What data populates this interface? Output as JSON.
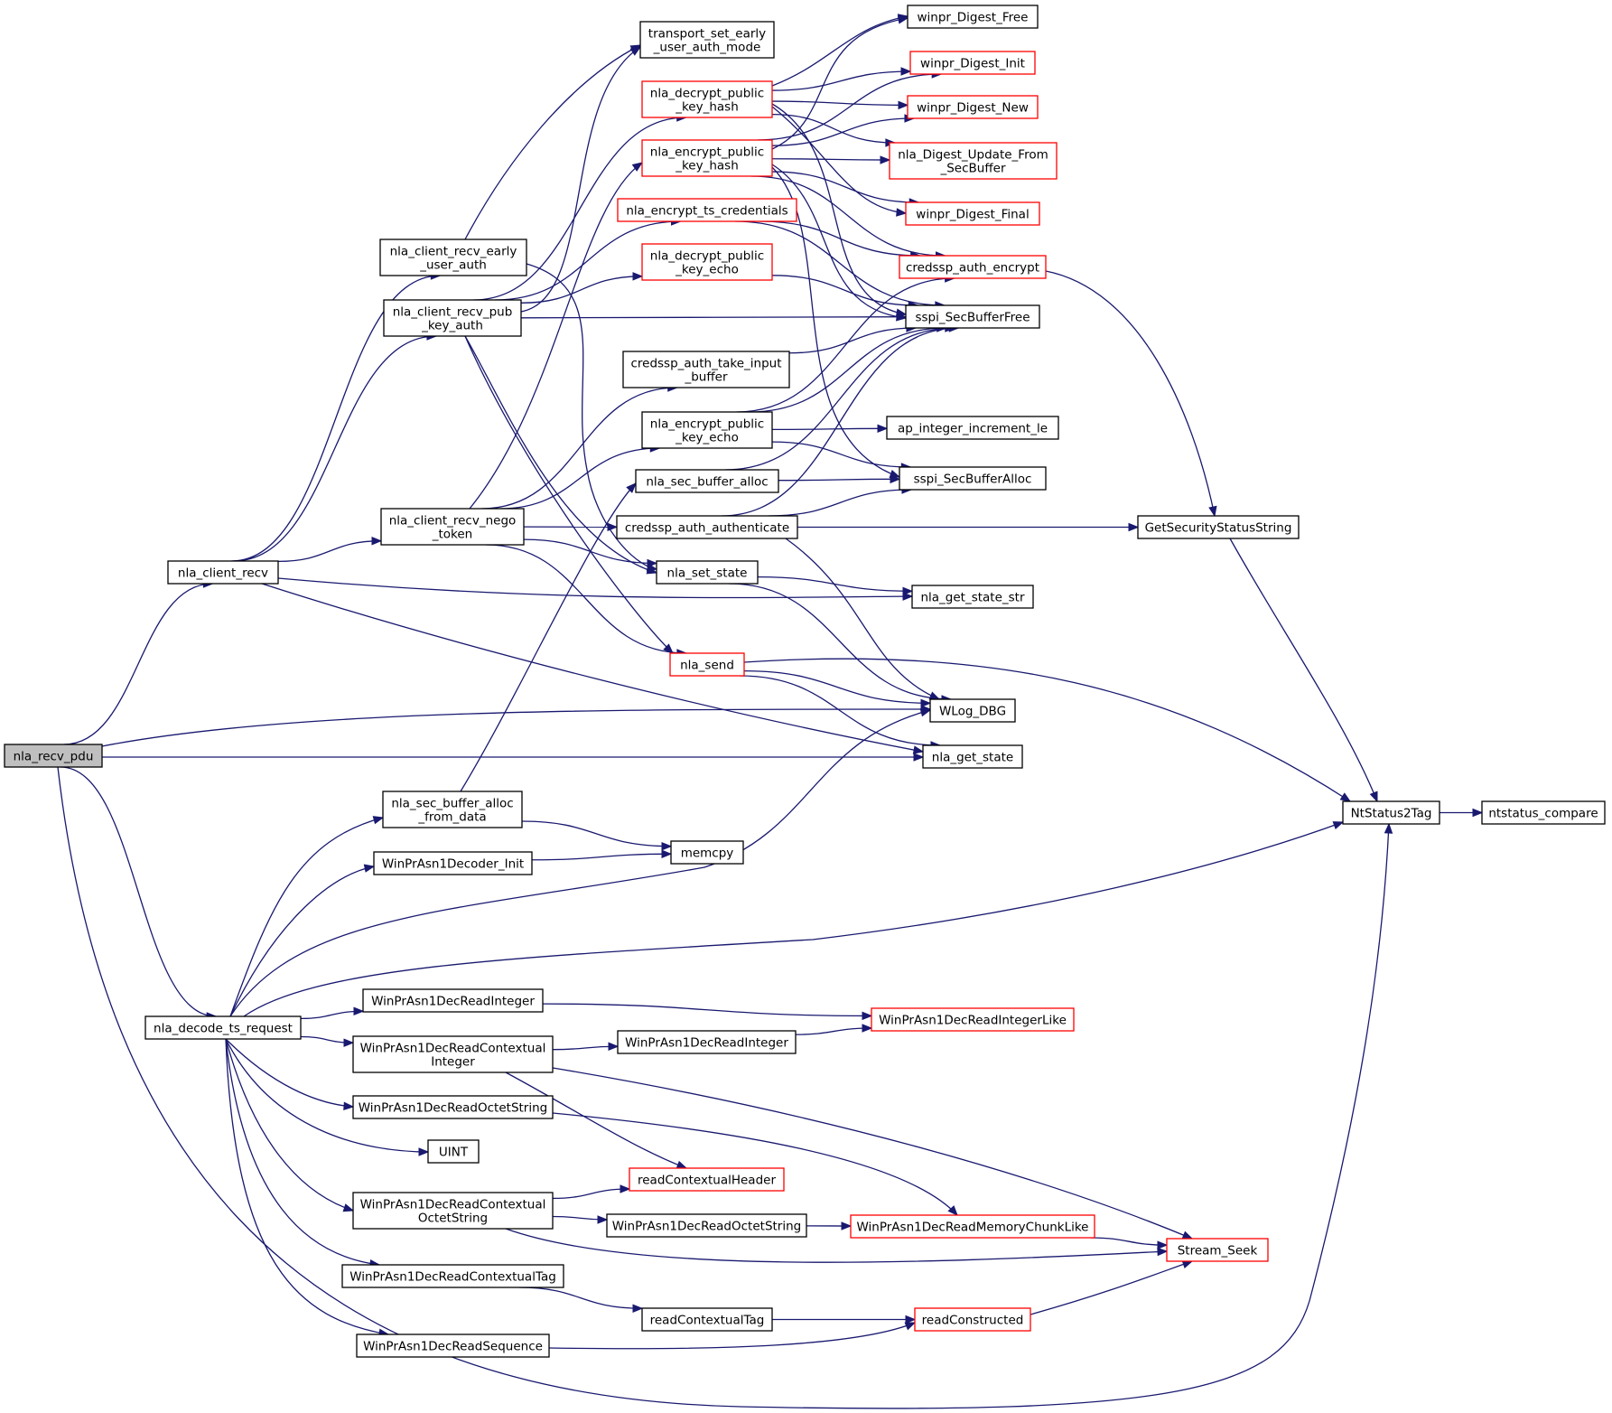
{
  "colors": {
    "edge": "#191970",
    "node_border": "#000000",
    "node_border_truncated": "#ff0000",
    "current_fill": "#bfbfbf",
    "background": "#ffffff"
  },
  "nodes": [
    {
      "id": "nla_recv_pdu",
      "lines": [
        "nla_recv_pdu"
      ],
      "kind": "current"
    },
    {
      "id": "nla_client_recv",
      "lines": [
        "nla_client_recv"
      ],
      "kind": "normal"
    },
    {
      "id": "nla_decode_ts_request",
      "lines": [
        "nla_decode_ts_request"
      ],
      "kind": "normal"
    },
    {
      "id": "nla_client_recv_early_user_auth",
      "lines": [
        "nla_client_recv_early",
        "_user_auth"
      ],
      "kind": "normal"
    },
    {
      "id": "nla_client_recv_pub_key_auth",
      "lines": [
        "nla_client_recv_pub",
        "_key_auth"
      ],
      "kind": "normal"
    },
    {
      "id": "nla_client_recv_nego_token",
      "lines": [
        "nla_client_recv_nego",
        "_token"
      ],
      "kind": "normal"
    },
    {
      "id": "nla_sec_buffer_alloc_from_data",
      "lines": [
        "nla_sec_buffer_alloc",
        "_from_data"
      ],
      "kind": "normal"
    },
    {
      "id": "WinPrAsn1Decoder_Init",
      "lines": [
        "WinPrAsn1Decoder_Init"
      ],
      "kind": "normal"
    },
    {
      "id": "WinPrAsn1DecReadInteger_a",
      "lines": [
        "WinPrAsn1DecReadInteger"
      ],
      "kind": "normal"
    },
    {
      "id": "WinPrAsn1DecReadContextualInteger",
      "lines": [
        "WinPrAsn1DecReadContextual",
        "Integer"
      ],
      "kind": "normal"
    },
    {
      "id": "WinPrAsn1DecReadOctetString_a",
      "lines": [
        "WinPrAsn1DecReadOctetString"
      ],
      "kind": "normal"
    },
    {
      "id": "UINT",
      "lines": [
        "UINT"
      ],
      "kind": "normal"
    },
    {
      "id": "WinPrAsn1DecReadContextualOctetString",
      "lines": [
        "WinPrAsn1DecReadContextual",
        "OctetString"
      ],
      "kind": "normal"
    },
    {
      "id": "WinPrAsn1DecReadContextualTag",
      "lines": [
        "WinPrAsn1DecReadContextualTag"
      ],
      "kind": "normal"
    },
    {
      "id": "WinPrAsn1DecReadSequence",
      "lines": [
        "WinPrAsn1DecReadSequence"
      ],
      "kind": "normal"
    },
    {
      "id": "transport_set_early_user_auth_mode",
      "lines": [
        "transport_set_early",
        "_user_auth_mode"
      ],
      "kind": "normal"
    },
    {
      "id": "nla_decrypt_public_key_hash",
      "lines": [
        "nla_decrypt_public",
        "_key_hash"
      ],
      "kind": "truncated"
    },
    {
      "id": "nla_encrypt_public_key_hash",
      "lines": [
        "nla_encrypt_public",
        "_key_hash"
      ],
      "kind": "truncated"
    },
    {
      "id": "nla_encrypt_ts_credentials",
      "lines": [
        "nla_encrypt_ts_credentials"
      ],
      "kind": "truncated"
    },
    {
      "id": "nla_decrypt_public_key_echo",
      "lines": [
        "nla_decrypt_public",
        "_key_echo"
      ],
      "kind": "truncated"
    },
    {
      "id": "credssp_auth_take_input_buffer",
      "lines": [
        "credssp_auth_take_input",
        "_buffer"
      ],
      "kind": "normal"
    },
    {
      "id": "nla_encrypt_public_key_echo",
      "lines": [
        "nla_encrypt_public",
        "_key_echo"
      ],
      "kind": "normal"
    },
    {
      "id": "nla_sec_buffer_alloc",
      "lines": [
        "nla_sec_buffer_alloc"
      ],
      "kind": "normal"
    },
    {
      "id": "credssp_auth_authenticate",
      "lines": [
        "credssp_auth_authenticate"
      ],
      "kind": "normal"
    },
    {
      "id": "nla_set_state",
      "lines": [
        "nla_set_state"
      ],
      "kind": "normal"
    },
    {
      "id": "nla_send",
      "lines": [
        "nla_send"
      ],
      "kind": "truncated"
    },
    {
      "id": "memcpy",
      "lines": [
        "memcpy"
      ],
      "kind": "normal"
    },
    {
      "id": "WinPrAsn1DecReadInteger_b",
      "lines": [
        "WinPrAsn1DecReadInteger"
      ],
      "kind": "normal"
    },
    {
      "id": "readContextualHeader",
      "lines": [
        "readContextualHeader"
      ],
      "kind": "truncated"
    },
    {
      "id": "WinPrAsn1DecReadOctetString_b",
      "lines": [
        "WinPrAsn1DecReadOctetString"
      ],
      "kind": "normal"
    },
    {
      "id": "readContextualTag",
      "lines": [
        "readContextualTag"
      ],
      "kind": "normal"
    },
    {
      "id": "winpr_Digest_Free",
      "lines": [
        "winpr_Digest_Free"
      ],
      "kind": "normal"
    },
    {
      "id": "winpr_Digest_Init",
      "lines": [
        "winpr_Digest_Init"
      ],
      "kind": "truncated"
    },
    {
      "id": "winpr_Digest_New",
      "lines": [
        "winpr_Digest_New"
      ],
      "kind": "truncated"
    },
    {
      "id": "nla_Digest_Update_From_SecBuffer",
      "lines": [
        "nla_Digest_Update_From",
        "_SecBuffer"
      ],
      "kind": "truncated"
    },
    {
      "id": "winpr_Digest_Final",
      "lines": [
        "winpr_Digest_Final"
      ],
      "kind": "truncated"
    },
    {
      "id": "credssp_auth_encrypt",
      "lines": [
        "credssp_auth_encrypt"
      ],
      "kind": "truncated"
    },
    {
      "id": "sspi_SecBufferFree",
      "lines": [
        "sspi_SecBufferFree"
      ],
      "kind": "normal"
    },
    {
      "id": "ap_integer_increment_le",
      "lines": [
        "ap_integer_increment_le"
      ],
      "kind": "normal"
    },
    {
      "id": "sspi_SecBufferAlloc",
      "lines": [
        "sspi_SecBufferAlloc"
      ],
      "kind": "normal"
    },
    {
      "id": "nla_get_state_str",
      "lines": [
        "nla_get_state_str"
      ],
      "kind": "normal"
    },
    {
      "id": "WLog_DBG",
      "lines": [
        "WLog_DBG"
      ],
      "kind": "normal"
    },
    {
      "id": "nla_get_state",
      "lines": [
        "nla_get_state"
      ],
      "kind": "normal"
    },
    {
      "id": "WinPrAsn1DecReadIntegerLike",
      "lines": [
        "WinPrAsn1DecReadIntegerLike"
      ],
      "kind": "truncated"
    },
    {
      "id": "WinPrAsn1DecReadMemoryChunkLike",
      "lines": [
        "WinPrAsn1DecReadMemoryChunkLike"
      ],
      "kind": "truncated"
    },
    {
      "id": "readConstructed",
      "lines": [
        "readConstructed"
      ],
      "kind": "truncated"
    },
    {
      "id": "GetSecurityStatusString",
      "lines": [
        "GetSecurityStatusString"
      ],
      "kind": "normal"
    },
    {
      "id": "NtStatus2Tag",
      "lines": [
        "NtStatus2Tag"
      ],
      "kind": "normal"
    },
    {
      "id": "Stream_Seek",
      "lines": [
        "Stream_Seek"
      ],
      "kind": "truncated"
    },
    {
      "id": "ntstatus_compare",
      "lines": [
        "ntstatus_compare"
      ],
      "kind": "normal"
    }
  ],
  "edges": [
    [
      "nla_recv_pdu",
      "nla_client_recv"
    ],
    [
      "nla_recv_pdu",
      "WLog_DBG"
    ],
    [
      "nla_recv_pdu",
      "nla_get_state"
    ],
    [
      "nla_recv_pdu",
      "nla_decode_ts_request"
    ],
    [
      "nla_recv_pdu",
      "NtStatus2Tag"
    ],
    [
      "nla_client_recv",
      "nla_client_recv_early_user_auth"
    ],
    [
      "nla_client_recv",
      "nla_client_recv_pub_key_auth"
    ],
    [
      "nla_client_recv",
      "nla_client_recv_nego_token"
    ],
    [
      "nla_client_recv",
      "nla_get_state_str"
    ],
    [
      "nla_client_recv",
      "nla_get_state"
    ],
    [
      "nla_client_recv_early_user_auth",
      "transport_set_early_user_auth_mode"
    ],
    [
      "nla_client_recv_early_user_auth",
      "nla_set_state"
    ],
    [
      "nla_client_recv_pub_key_auth",
      "transport_set_early_user_auth_mode"
    ],
    [
      "nla_client_recv_pub_key_auth",
      "nla_decrypt_public_key_hash"
    ],
    [
      "nla_client_recv_pub_key_auth",
      "nla_encrypt_ts_credentials"
    ],
    [
      "nla_client_recv_pub_key_auth",
      "nla_decrypt_public_key_echo"
    ],
    [
      "nla_client_recv_pub_key_auth",
      "sspi_SecBufferFree"
    ],
    [
      "nla_client_recv_pub_key_auth",
      "nla_set_state"
    ],
    [
      "nla_client_recv_pub_key_auth",
      "nla_send"
    ],
    [
      "nla_client_recv_nego_token",
      "nla_encrypt_public_key_hash"
    ],
    [
      "nla_client_recv_nego_token",
      "credssp_auth_take_input_buffer"
    ],
    [
      "nla_client_recv_nego_token",
      "nla_encrypt_public_key_echo"
    ],
    [
      "nla_client_recv_nego_token",
      "credssp_auth_authenticate"
    ],
    [
      "nla_client_recv_nego_token",
      "nla_set_state"
    ],
    [
      "nla_client_recv_nego_token",
      "nla_send"
    ],
    [
      "nla_decrypt_public_key_hash",
      "winpr_Digest_Free"
    ],
    [
      "nla_decrypt_public_key_hash",
      "winpr_Digest_Init"
    ],
    [
      "nla_decrypt_public_key_hash",
      "winpr_Digest_New"
    ],
    [
      "nla_decrypt_public_key_hash",
      "nla_Digest_Update_From_SecBuffer"
    ],
    [
      "nla_decrypt_public_key_hash",
      "winpr_Digest_Final"
    ],
    [
      "nla_decrypt_public_key_hash",
      "sspi_SecBufferFree"
    ],
    [
      "nla_encrypt_public_key_hash",
      "winpr_Digest_Free"
    ],
    [
      "nla_encrypt_public_key_hash",
      "winpr_Digest_Init"
    ],
    [
      "nla_encrypt_public_key_hash",
      "winpr_Digest_New"
    ],
    [
      "nla_encrypt_public_key_hash",
      "nla_Digest_Update_From_SecBuffer"
    ],
    [
      "nla_encrypt_public_key_hash",
      "winpr_Digest_Final"
    ],
    [
      "nla_encrypt_public_key_hash",
      "credssp_auth_encrypt"
    ],
    [
      "nla_encrypt_public_key_hash",
      "sspi_SecBufferFree"
    ],
    [
      "nla_encrypt_public_key_hash",
      "sspi_SecBufferAlloc"
    ],
    [
      "nla_encrypt_ts_credentials",
      "credssp_auth_encrypt"
    ],
    [
      "nla_encrypt_ts_credentials",
      "sspi_SecBufferFree"
    ],
    [
      "nla_decrypt_public_key_echo",
      "sspi_SecBufferFree"
    ],
    [
      "credssp_auth_take_input_buffer",
      "sspi_SecBufferFree"
    ],
    [
      "nla_encrypt_public_key_echo",
      "credssp_auth_encrypt"
    ],
    [
      "nla_encrypt_public_key_echo",
      "sspi_SecBufferFree"
    ],
    [
      "nla_encrypt_public_key_echo",
      "ap_integer_increment_le"
    ],
    [
      "nla_encrypt_public_key_echo",
      "sspi_SecBufferAlloc"
    ],
    [
      "nla_sec_buffer_alloc",
      "sspi_SecBufferFree"
    ],
    [
      "nla_sec_buffer_alloc",
      "sspi_SecBufferAlloc"
    ],
    [
      "credssp_auth_authenticate",
      "sspi_SecBufferFree"
    ],
    [
      "credssp_auth_authenticate",
      "sspi_SecBufferAlloc"
    ],
    [
      "credssp_auth_authenticate",
      "GetSecurityStatusString"
    ],
    [
      "credssp_auth_authenticate",
      "WLog_DBG"
    ],
    [
      "credssp_auth_encrypt",
      "GetSecurityStatusString"
    ],
    [
      "nla_set_state",
      "nla_get_state_str"
    ],
    [
      "nla_set_state",
      "WLog_DBG"
    ],
    [
      "nla_send",
      "WLog_DBG"
    ],
    [
      "nla_send",
      "nla_get_state"
    ],
    [
      "nla_send",
      "NtStatus2Tag"
    ],
    [
      "GetSecurityStatusString",
      "NtStatus2Tag"
    ],
    [
      "NtStatus2Tag",
      "ntstatus_compare"
    ],
    [
      "nla_decode_ts_request",
      "nla_sec_buffer_alloc_from_data"
    ],
    [
      "nla_decode_ts_request",
      "WinPrAsn1Decoder_Init"
    ],
    [
      "nla_decode_ts_request",
      "WLog_DBG"
    ],
    [
      "nla_decode_ts_request",
      "NtStatus2Tag"
    ],
    [
      "nla_decode_ts_request",
      "WinPrAsn1DecReadInteger_a"
    ],
    [
      "nla_decode_ts_request",
      "WinPrAsn1DecReadContextualInteger"
    ],
    [
      "nla_decode_ts_request",
      "WinPrAsn1DecReadOctetString_a"
    ],
    [
      "nla_decode_ts_request",
      "UINT"
    ],
    [
      "nla_decode_ts_request",
      "WinPrAsn1DecReadContextualOctetString"
    ],
    [
      "nla_decode_ts_request",
      "WinPrAsn1DecReadContextualTag"
    ],
    [
      "nla_decode_ts_request",
      "WinPrAsn1DecReadSequence"
    ],
    [
      "nla_sec_buffer_alloc_from_data",
      "nla_sec_buffer_alloc"
    ],
    [
      "nla_sec_buffer_alloc_from_data",
      "memcpy"
    ],
    [
      "WinPrAsn1Decoder_Init",
      "memcpy"
    ],
    [
      "WinPrAsn1DecReadInteger_a",
      "WinPrAsn1DecReadIntegerLike"
    ],
    [
      "WinPrAsn1DecReadContextualInteger",
      "WinPrAsn1DecReadInteger_b"
    ],
    [
      "WinPrAsn1DecReadContextualInteger",
      "readContextualHeader"
    ],
    [
      "WinPrAsn1DecReadContextualInteger",
      "Stream_Seek"
    ],
    [
      "WinPrAsn1DecReadInteger_b",
      "WinPrAsn1DecReadIntegerLike"
    ],
    [
      "WinPrAsn1DecReadOctetString_a",
      "WinPrAsn1DecReadMemoryChunkLike"
    ],
    [
      "WinPrAsn1DecReadContextualOctetString",
      "readContextualHeader"
    ],
    [
      "WinPrAsn1DecReadContextualOctetString",
      "WinPrAsn1DecReadOctetString_b"
    ],
    [
      "WinPrAsn1DecReadContextualOctetString",
      "Stream_Seek"
    ],
    [
      "WinPrAsn1DecReadOctetString_b",
      "WinPrAsn1DecReadMemoryChunkLike"
    ],
    [
      "WinPrAsn1DecReadMemoryChunkLike",
      "Stream_Seek"
    ],
    [
      "WinPrAsn1DecReadContextualTag",
      "readContextualTag"
    ],
    [
      "readContextualTag",
      "readConstructed"
    ],
    [
      "WinPrAsn1DecReadSequence",
      "readConstructed"
    ],
    [
      "readConstructed",
      "Stream_Seek"
    ]
  ]
}
